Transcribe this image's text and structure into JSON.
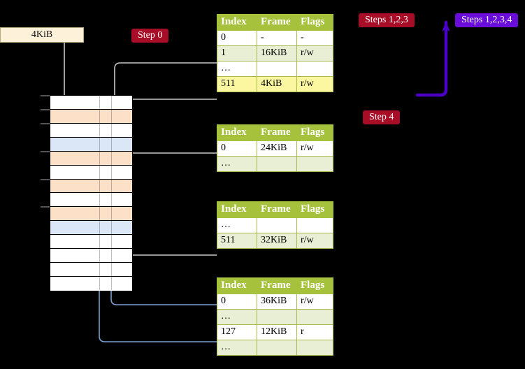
{
  "diagram": {
    "title_label": "4KiB",
    "badges": [
      {
        "id": "step0",
        "label": "Step 0",
        "color": "#a80d28"
      },
      {
        "id": "step4",
        "label": "Step 4",
        "color": "#a80d28"
      },
      {
        "id": "steps123",
        "label": "Steps 1,2,3",
        "color": "#a80d28"
      },
      {
        "id": "steps1234",
        "label": "Steps 1,2,3,4",
        "color": "#6a0ddb"
      }
    ],
    "colors": {
      "header_green": "#a6c23c",
      "row_alt_green": "#e9efd4",
      "highlight_yellow": "#fbf7a0",
      "mem_orange": "#fce0c8",
      "mem_blue": "#dbe7f6",
      "badge_red": "#a80d28",
      "badge_blue": "#6a0ddb",
      "wire_grey": "#bdbdbd",
      "wire_blue": "#7a9fd0",
      "arrow_purple": "#4b00c8",
      "kib_box_fill": "#fdf2d9"
    },
    "memory_rows": [
      {
        "index": 0,
        "fill": "plain",
        "tick": true
      },
      {
        "index": 1,
        "fill": "orange",
        "tick": true
      },
      {
        "index": 2,
        "fill": "plain",
        "tick": true
      },
      {
        "index": 3,
        "fill": "bluefill",
        "tick": false
      },
      {
        "index": 4,
        "fill": "orange",
        "tick": true
      },
      {
        "index": 5,
        "fill": "plain",
        "tick": false
      },
      {
        "index": 6,
        "fill": "orange",
        "tick": true
      },
      {
        "index": 7,
        "fill": "plain",
        "tick": false
      },
      {
        "index": 8,
        "fill": "orange",
        "tick": true
      },
      {
        "index": 9,
        "fill": "bluefill",
        "tick": false
      },
      {
        "index": 10,
        "fill": "plain",
        "tick": false
      },
      {
        "index": 11,
        "fill": "plain",
        "tick": false
      },
      {
        "index": 12,
        "fill": "plain",
        "tick": false
      },
      {
        "index": 13,
        "fill": "plain",
        "tick": false
      }
    ],
    "tables": [
      {
        "id": "ptable0",
        "headers": [
          "Index",
          "Frame",
          "Flags"
        ],
        "rows": [
          {
            "cells": [
              "0",
              "-",
              "-"
            ],
            "style": "norm",
            "highlight": [
              false,
              false,
              false
            ]
          },
          {
            "cells": [
              "1",
              "16KiB",
              "r/w"
            ],
            "style": "alt",
            "highlight": [
              false,
              false,
              false
            ]
          },
          {
            "cells": [
              "…",
              "",
              ""
            ],
            "style": "norm",
            "highlight": [
              false,
              false,
              false
            ]
          },
          {
            "cells": [
              "511",
              "4KiB",
              "r/w"
            ],
            "style": "alt",
            "highlight": [
              true,
              true,
              true
            ]
          }
        ]
      },
      {
        "id": "ptable1",
        "headers": [
          "Index",
          "Frame",
          "Flags"
        ],
        "rows": [
          {
            "cells": [
              "0",
              "24KiB",
              "r/w"
            ],
            "style": "norm",
            "highlight": [
              false,
              false,
              false
            ]
          },
          {
            "cells": [
              "…",
              "",
              ""
            ],
            "style": "alt",
            "highlight": [
              false,
              false,
              false
            ]
          }
        ]
      },
      {
        "id": "ptable2",
        "headers": [
          "Index",
          "Frame",
          "Flags"
        ],
        "rows": [
          {
            "cells": [
              "…",
              "",
              ""
            ],
            "style": "norm",
            "highlight": [
              false,
              false,
              false
            ]
          },
          {
            "cells": [
              "511",
              "32KiB",
              "r/w"
            ],
            "style": "alt",
            "highlight": [
              false,
              false,
              false
            ]
          }
        ]
      },
      {
        "id": "ptable3",
        "headers": [
          "Index",
          "Frame",
          "Flags"
        ],
        "rows": [
          {
            "cells": [
              "0",
              "36KiB",
              "r/w"
            ],
            "style": "norm",
            "highlight": [
              false,
              false,
              false
            ]
          },
          {
            "cells": [
              "…",
              "",
              ""
            ],
            "style": "alt",
            "highlight": [
              false,
              false,
              false
            ]
          },
          {
            "cells": [
              "127",
              "12KiB",
              "r"
            ],
            "style": "norm",
            "highlight": [
              false,
              false,
              false
            ]
          },
          {
            "cells": [
              "…",
              "",
              ""
            ],
            "style": "alt",
            "highlight": [
              false,
              false,
              false
            ]
          }
        ]
      }
    ]
  }
}
